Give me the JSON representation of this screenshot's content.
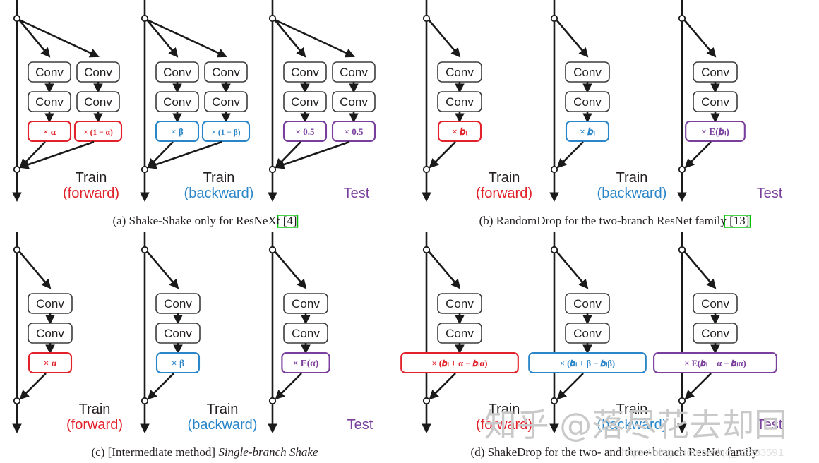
{
  "figure": {
    "title": "ShakeDrop regularization comparison figure",
    "colors": {
      "black": "#1a1a1a",
      "red": "#e2222a",
      "blue": "#2a86c8",
      "purple": "#7a3f9d",
      "text_dark": "#231f20",
      "citation_box": "#00c000",
      "watermark": "#c9c9c9"
    },
    "watermark": {
      "text": "知乎 @落尽花去却回",
      "url": "https://blog.csdn.net/qq_35983591"
    },
    "panels": [
      {
        "id": "a",
        "caption_prefix": "(a)",
        "caption_text": "Shake-Shake only for ResNeXt",
        "caption_citation": "[4]",
        "caption_italic": "",
        "branches": 2,
        "columns": [
          {
            "label_top": "Train",
            "label_bottom": "(forward)",
            "color": "red",
            "blocks": [
              "Conv",
              "Conv"
            ],
            "scales": [
              "× α",
              "× (1 − α)"
            ]
          },
          {
            "label_top": "Train",
            "label_bottom": "(backward)",
            "color": "blue",
            "blocks": [
              "Conv",
              "Conv"
            ],
            "scales": [
              "× β",
              "× (1 − β)"
            ]
          },
          {
            "label_top": "",
            "label_bottom": "Test",
            "color": "purple",
            "blocks": [
              "Conv",
              "Conv"
            ],
            "scales": [
              "× 0.5",
              "× 0.5"
            ]
          }
        ]
      },
      {
        "id": "b",
        "caption_prefix": "(b)",
        "caption_text": "RandomDrop for the two-branch ResNet family",
        "caption_citation": "[13]",
        "caption_italic": "",
        "branches": 1,
        "columns": [
          {
            "label_top": "Train",
            "label_bottom": "(forward)",
            "color": "red",
            "blocks": [
              "Conv",
              "Conv"
            ],
            "scales": [
              "× 𝒃ₗ"
            ]
          },
          {
            "label_top": "Train",
            "label_bottom": "(backward)",
            "color": "blue",
            "blocks": [
              "Conv",
              "Conv"
            ],
            "scales": [
              "× 𝒃ₗ"
            ]
          },
          {
            "label_top": "",
            "label_bottom": "Test",
            "color": "purple",
            "blocks": [
              "Conv",
              "Conv"
            ],
            "scales": [
              "× E(𝒃ₗ)"
            ]
          }
        ]
      },
      {
        "id": "c",
        "caption_prefix": "(c)",
        "caption_text": "[Intermediate method]",
        "caption_citation": "",
        "caption_italic": "Single-branch Shake",
        "branches": 1,
        "columns": [
          {
            "label_top": "Train",
            "label_bottom": "(forward)",
            "color": "red",
            "blocks": [
              "Conv",
              "Conv"
            ],
            "scales": [
              "× α"
            ]
          },
          {
            "label_top": "Train",
            "label_bottom": "(backward)",
            "color": "blue",
            "blocks": [
              "Conv",
              "Conv"
            ],
            "scales": [
              "× β"
            ]
          },
          {
            "label_top": "",
            "label_bottom": "Test",
            "color": "purple",
            "blocks": [
              "Conv",
              "Conv"
            ],
            "scales": [
              "× E(α)"
            ]
          }
        ]
      },
      {
        "id": "d",
        "caption_prefix": "(d)",
        "caption_text": "ShakeDrop for the two- and three-branch ResNet family",
        "caption_citation": "",
        "caption_italic": "",
        "branches": 1,
        "columns": [
          {
            "label_top": "Train",
            "label_bottom": "(forward)",
            "color": "red",
            "blocks": [
              "Conv",
              "Conv"
            ],
            "scales": [
              "× (𝒃ₗ + α − 𝒃ₗα)"
            ]
          },
          {
            "label_top": "Train",
            "label_bottom": "(backward)",
            "color": "blue",
            "blocks": [
              "Conv",
              "Conv"
            ],
            "scales": [
              "× (𝒃ₗ + β − 𝒃ₗβ)"
            ]
          },
          {
            "label_top": "",
            "label_bottom": "Test",
            "color": "purple",
            "blocks": [
              "Conv",
              "Conv"
            ],
            "scales": [
              "× E(𝒃ₗ + α − 𝒃ₗα)"
            ]
          }
        ]
      }
    ]
  }
}
